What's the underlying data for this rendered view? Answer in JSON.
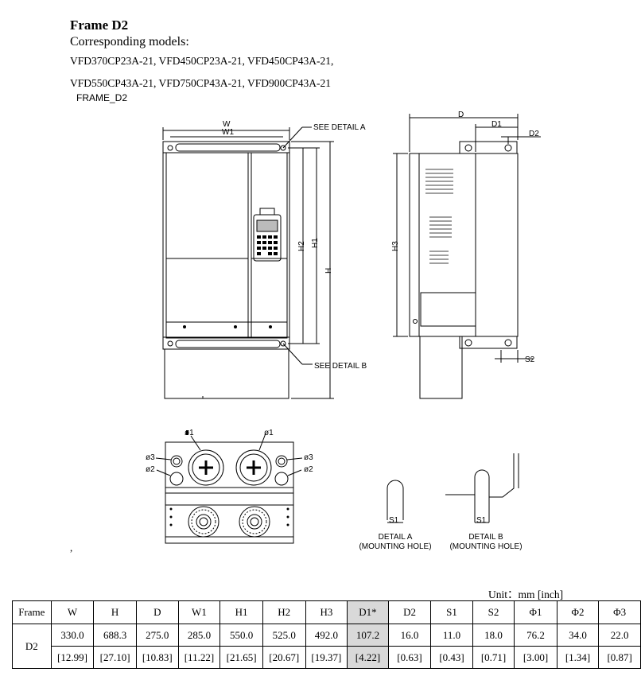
{
  "header": {
    "title": "Frame D2",
    "subtitle": "Corresponding models:",
    "models_line1": "VFD370CP23A-21, VFD450CP23A-21, VFD450CP43A-21,",
    "models_line2": "VFD550CP43A-21, VFD750CP43A-21, VFD900CP43A-21",
    "frame_note": "FRAME_D2"
  },
  "drawing": {
    "front": {
      "w": "W",
      "w1": "W1",
      "h": "H",
      "h1": "H1",
      "h2": "H2",
      "see_a": "SEE DETAIL A",
      "see_b": "SEE DETAIL B"
    },
    "side": {
      "d": "D",
      "d1": "D1",
      "d2": "D2",
      "h3": "H3",
      "s2": "S2"
    },
    "bottom": {
      "phi1": "ø1",
      "phi2": "ø2",
      "phi3": "ø3"
    },
    "detail_a": {
      "s1": "S1",
      "label1": "DETAIL A",
      "label2": "(MOUNTING HOLE)"
    },
    "detail_b": {
      "s1": "S1",
      "label1": "DETAIL B",
      "label2": "(MOUNTING HOLE)"
    },
    "stray_mark": ","
  },
  "table": {
    "unit": "Unit：mm [inch]",
    "headers": [
      "Frame",
      "W",
      "H",
      "D",
      "W1",
      "H1",
      "H2",
      "H3",
      "D1*",
      "D2",
      "S1",
      "S2",
      "Φ1",
      "Φ2",
      "Φ3"
    ],
    "frame": "D2",
    "mm": [
      "330.0",
      "688.3",
      "275.0",
      "285.0",
      "550.0",
      "525.0",
      "492.0",
      "107.2",
      "16.0",
      "11.0",
      "18.0",
      "76.2",
      "34.0",
      "22.0"
    ],
    "inch": [
      "[12.99]",
      "[27.10]",
      "[10.83]",
      "[11.22]",
      "[21.65]",
      "[20.67]",
      "[19.37]",
      "[4.22]",
      "[0.63]",
      "[0.43]",
      "[0.71]",
      "[3.00]",
      "[1.34]",
      "[0.87]"
    ]
  }
}
